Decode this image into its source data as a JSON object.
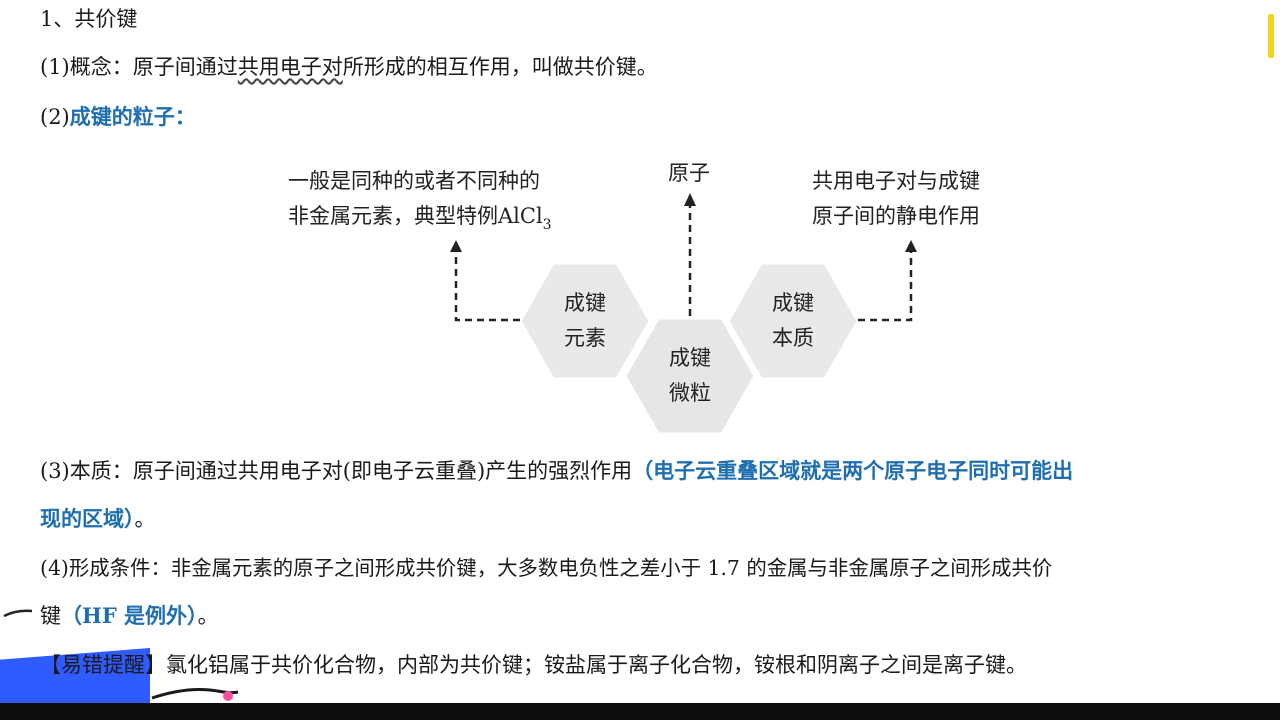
{
  "section_title": "1、共价键",
  "concept": {
    "prefix": "(1)概念：原子间通过",
    "underlined": "共用电子对",
    "suffix": "所形成的相互作用，叫做共价键。"
  },
  "particles": {
    "prefix": "(2)",
    "label": "成键的粒子："
  },
  "diagram": {
    "element_note_line1": "一般是同种的或者不同种的",
    "element_note_line2": "非金属元素，典型特例AlCl",
    "element_note_sub": "3",
    "particle_note": "原子",
    "essence_note_line1": "共用电子对与成键",
    "essence_note_line2": "原子间的静电作用",
    "hex_left_line1": "成键",
    "hex_left_line2": "元素",
    "hex_mid_line1": "成键",
    "hex_mid_line2": "微粒",
    "hex_right_line1": "成键",
    "hex_right_line2": "本质"
  },
  "essence": {
    "text": "(3)本质：原子间通过共用电子对(即电子云重叠)产生的强烈作用",
    "blue_line1": "（电子云重叠区域就是两个原子电子同时可能出",
    "blue_line2": "现的区域）",
    "end": "。"
  },
  "condition": {
    "line1": "(4)形成条件：非金属元素的原子之间形成共价键，大多数电负性之差小于 1.7 的金属与非金属原子之间形成共价",
    "line2_prefix": "键",
    "line2_blue": "（HF 是例外）",
    "line2_end": "。"
  },
  "tip": "【易错提醒】氯化铝属于共价化合物，内部为共价键；铵盐属于离子化合物，铵根和阴离子之间是离子键。",
  "colors": {
    "accent_blue": "#1f6fb0",
    "hex_fill": "#e9e9e9",
    "scroll_accent": "#f2d21c",
    "blob_blue": "#2f5bff"
  }
}
